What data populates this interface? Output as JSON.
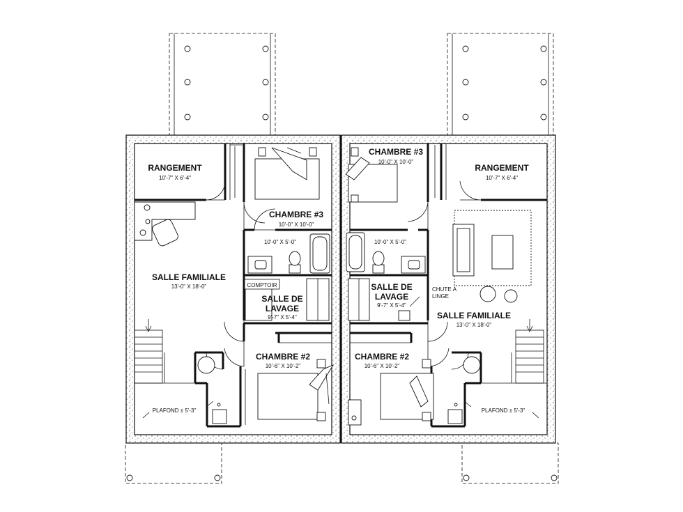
{
  "left_unit": {
    "rangement": {
      "name": "RANGEMENT",
      "dim": "10'-7\" X 6'-4\""
    },
    "salle_familiale": {
      "name": "SALLE FAMILIALE",
      "dim": "13'-0\" X 18'-0\""
    },
    "chambre3": {
      "name": "CHAMBRE #3",
      "dim": "10'-0\" X 10'-0\""
    },
    "bath": {
      "dim": "10'-0\" X 5'-0\""
    },
    "comptoir": "COMPTOIR",
    "lavage": {
      "line1": "SALLE DE",
      "line2": "LAVAGE",
      "dim": "9'-7\" X 5'-4\""
    },
    "chambre2": {
      "name": "CHAMBRE #2",
      "dim": "10'-6\" X 10'-2\""
    },
    "plafond": "PLAFOND ± 5'-3\""
  },
  "right_unit": {
    "chambre3": {
      "name": "CHAMBRE #3",
      "dim": "10'-0\" X 10'-0\""
    },
    "rangement": {
      "name": "RANGEMENT",
      "dim": "10'-7\" X 6'-4\""
    },
    "bath": {
      "dim": "10'-0\" X 5'-0\""
    },
    "lavage": {
      "line1": "SALLE DE",
      "line2": "LAVAGE",
      "dim": "9'-7\" X 5'-4\""
    },
    "chute": {
      "line1": "CHUTE À",
      "line2": "LINGE"
    },
    "salle_familiale": {
      "name": "SALLE FAMILIALE",
      "dim": "13'-0\" X 18'-0\""
    },
    "chambre2": {
      "name": "CHAMBRE #2",
      "dim": "10'-6\" X 10'-2\""
    },
    "plafond": "PLAFOND ± 5'-3\""
  }
}
